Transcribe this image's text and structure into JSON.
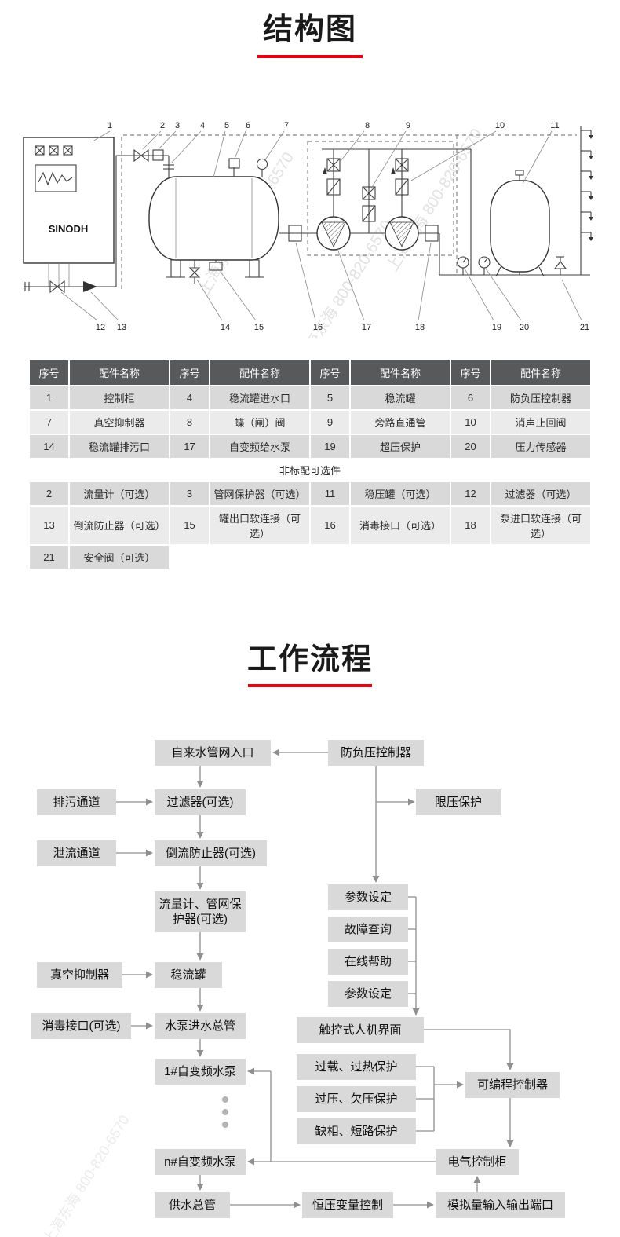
{
  "section_structure": {
    "title": "结构图"
  },
  "section_flow": {
    "title": "工作流程"
  },
  "watermark": {
    "text": "上海东海 800-820-6570"
  },
  "diagram": {
    "cabinet_brand": "SINODH",
    "callouts_top": [
      "1",
      "2",
      "3",
      "4",
      "5",
      "6",
      "7",
      "8",
      "9",
      "10",
      "11"
    ],
    "callouts_bottom": [
      "12",
      "13",
      "14",
      "15",
      "16",
      "17",
      "18",
      "19",
      "20",
      "21"
    ]
  },
  "parts_table": {
    "headers": [
      "序号",
      "配件名称",
      "序号",
      "配件名称",
      "序号",
      "配件名称",
      "序号",
      "配件名称"
    ],
    "rows_standard": [
      [
        "1",
        "控制柜",
        "4",
        "稳流罐进水口",
        "5",
        "稳流罐",
        "6",
        "防负压控制器"
      ],
      [
        "7",
        "真空抑制器",
        "8",
        "蝶（闸）阀",
        "9",
        "旁路直通管",
        "10",
        "消声止回阀"
      ],
      [
        "14",
        "稳流罐排污口",
        "17",
        "自变频给水泵",
        "19",
        "超压保护",
        "20",
        "压力传感器"
      ]
    ],
    "separator": "非标配可选件",
    "rows_optional": [
      [
        "2",
        "流量计（可选）",
        "3",
        "管网保护器（可选）",
        "11",
        "稳压罐（可选）",
        "12",
        "过滤器（可选）"
      ],
      [
        "13",
        "倒流防止器（可选）",
        "15",
        "罐出口软连接（可选）",
        "16",
        "消毒接口（可选）",
        "18",
        "泵进口软连接（可选）"
      ],
      [
        "21",
        "安全阀（可选）",
        "",
        "",
        "",
        "",
        "",
        ""
      ]
    ]
  },
  "flowchart": {
    "tap_inlet": "自来水管网入口",
    "drain_channel": "排污通道",
    "filter": "过滤器(可选)",
    "discharge_channel": "泄流通道",
    "backflow_preventer": "倒流防止器(可选)",
    "flow_meter_protector": "流量计、管网保护器(可选)",
    "vacuum_suppressor": "真空抑制器",
    "stabilizer_tank": "稳流罐",
    "disinfect_port": "消毒接口(可选)",
    "pump_inlet_main": "水泵进水总管",
    "pump_1": "1#自变频水泵",
    "pump_n": "n#自变频水泵",
    "supply_main": "供水总管",
    "neg_pressure_controller": "防负压控制器",
    "pressure_limit": "限压保护",
    "param_setting_1": "参数设定",
    "fault_query": "故障查询",
    "online_help": "在线帮助",
    "param_setting_2": "参数设定",
    "hmi": "触控式人机界面",
    "overload_protect": "过载、过热保护",
    "overvolt_protect": "过压、欠压保护",
    "phase_protect": "缺相、短路保护",
    "plc": "可编程控制器",
    "electric_cabinet": "电气控制柜",
    "const_pressure_control": "恒压变量控制",
    "analog_io": "模拟量输入输出端口"
  }
}
